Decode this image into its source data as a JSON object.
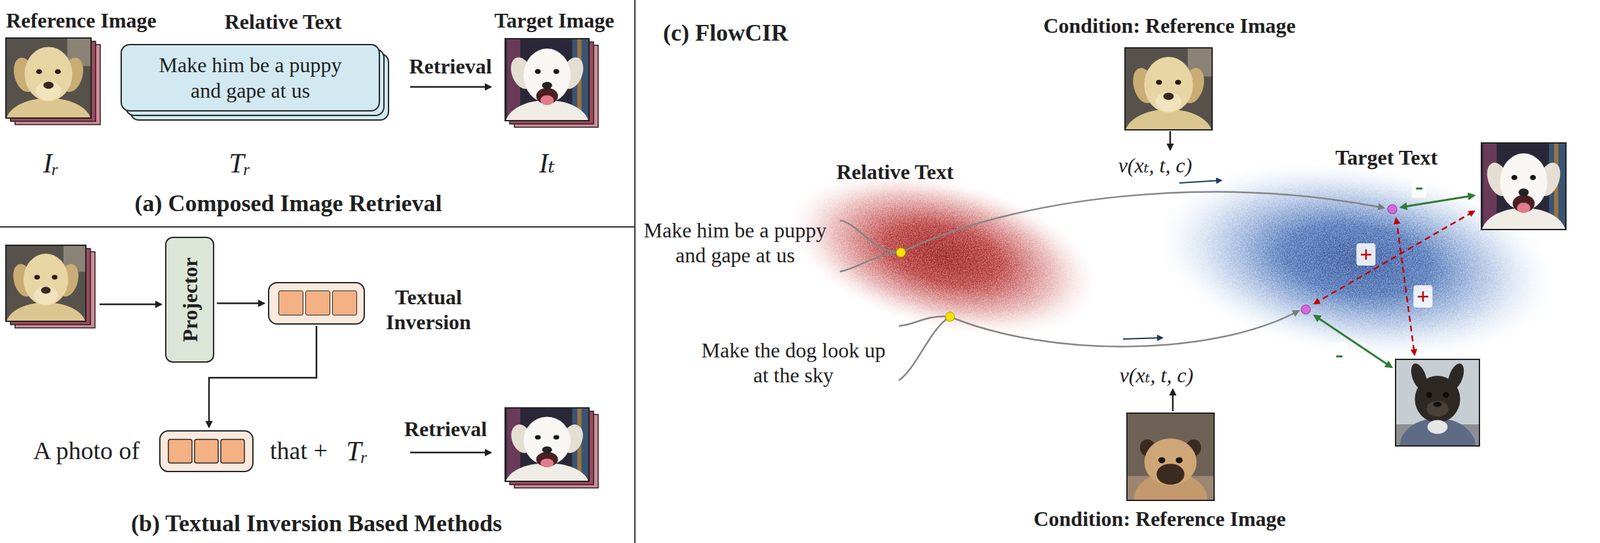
{
  "diagram": {
    "nodes": [
      {
        "text": [
          "Reference Image"
        ]
      },
      {
        "text": [
          "Relative Text",
          "Make him be a puppy and gape at us"
        ]
      },
      {
        "text": [
          "Target Image"
        ]
      },
      {
        "text": [
          "Projector"
        ]
      },
      {
        "text": [
          "Textual Inversion"
        ]
      },
      {
        "text": [
          "Condition: Reference Image"
        ]
      },
      {
        "text": [
          "Condition: Reference Image"
        ]
      }
    ],
    "edges": [
      {
        "from": 1,
        "to": 2,
        "arrow": "to",
        "label": "Retrieval"
      },
      {
        "from": 3,
        "to": 4,
        "arrow": "to"
      }
    ],
    "labels": [
      "Iᵣ",
      "Tᵣ",
      "Iₜ",
      "(a) Composed Image Retrieval",
      "A photo of",
      "that +",
      "Tᵣ",
      "Retrieval",
      "(b) Textual Inversion Based Methods",
      "(c) FlowCIR",
      "Relative Text",
      "Make him be a puppy and gape at us",
      "Make the dog look up at the sky",
      "v(xₜ, t, c)",
      "Target Text",
      "-",
      "+",
      "+",
      "-",
      "v(xₜ, t, c)"
    ]
  }
}
